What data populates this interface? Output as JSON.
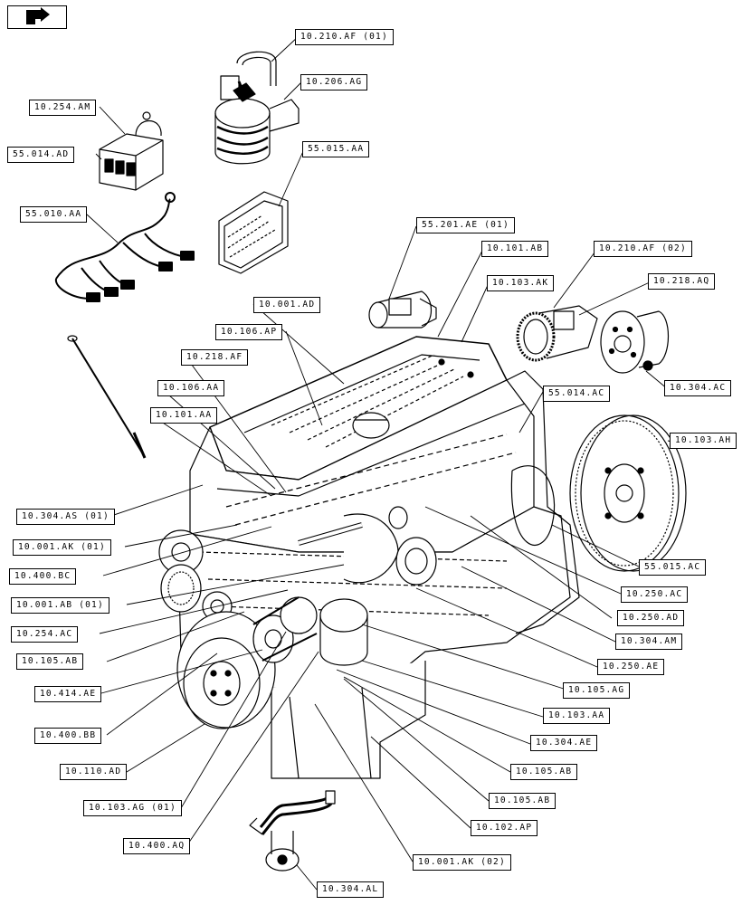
{
  "nav_icon": "back-arrow-icon",
  "labels": {
    "l01": "10.210.AF (01)",
    "l02": "10.206.AG",
    "l03": "10.254.AM",
    "l04": "55.014.AD",
    "l05": "55.015.AA",
    "l06": "55.010.AA",
    "l07": "55.201.AE (01)",
    "l08": "10.101.AB",
    "l09": "10.210.AF (02)",
    "l10": "10.103.AK",
    "l11": "10.218.AQ",
    "l12": "10.001.AD",
    "l13": "10.106.AP",
    "l14": "10.218.AF",
    "l15": "10.106.AA",
    "l16": "10.101.AA",
    "l17": "10.304.AC",
    "l18": "55.014.AC",
    "l19": "10.103.AH",
    "l20": "10.304.AS (01)",
    "l21": "10.001.AK (01)",
    "l22": "10.400.BC",
    "l23": "55.015.AC",
    "l24": "10.001.AB (01)",
    "l25": "10.250.AC",
    "l26": "10.250.AD",
    "l27": "10.254.AC",
    "l28": "10.304.AM",
    "l29": "10.105.AB",
    "l30": "10.250.AE",
    "l31": "10.414.AE",
    "l32": "10.105.AG",
    "l33": "10.103.AA",
    "l34": "10.400.BB",
    "l35": "10.304.AE",
    "l36": "10.110.AD",
    "l37": "10.105.AB",
    "l38": "10.103.AG (01)",
    "l39": "10.105.AB",
    "l40": "10.102.AP",
    "l41": "10.400.AQ",
    "l42": "10.001.AK (02)",
    "l43": "10.304.AL"
  }
}
